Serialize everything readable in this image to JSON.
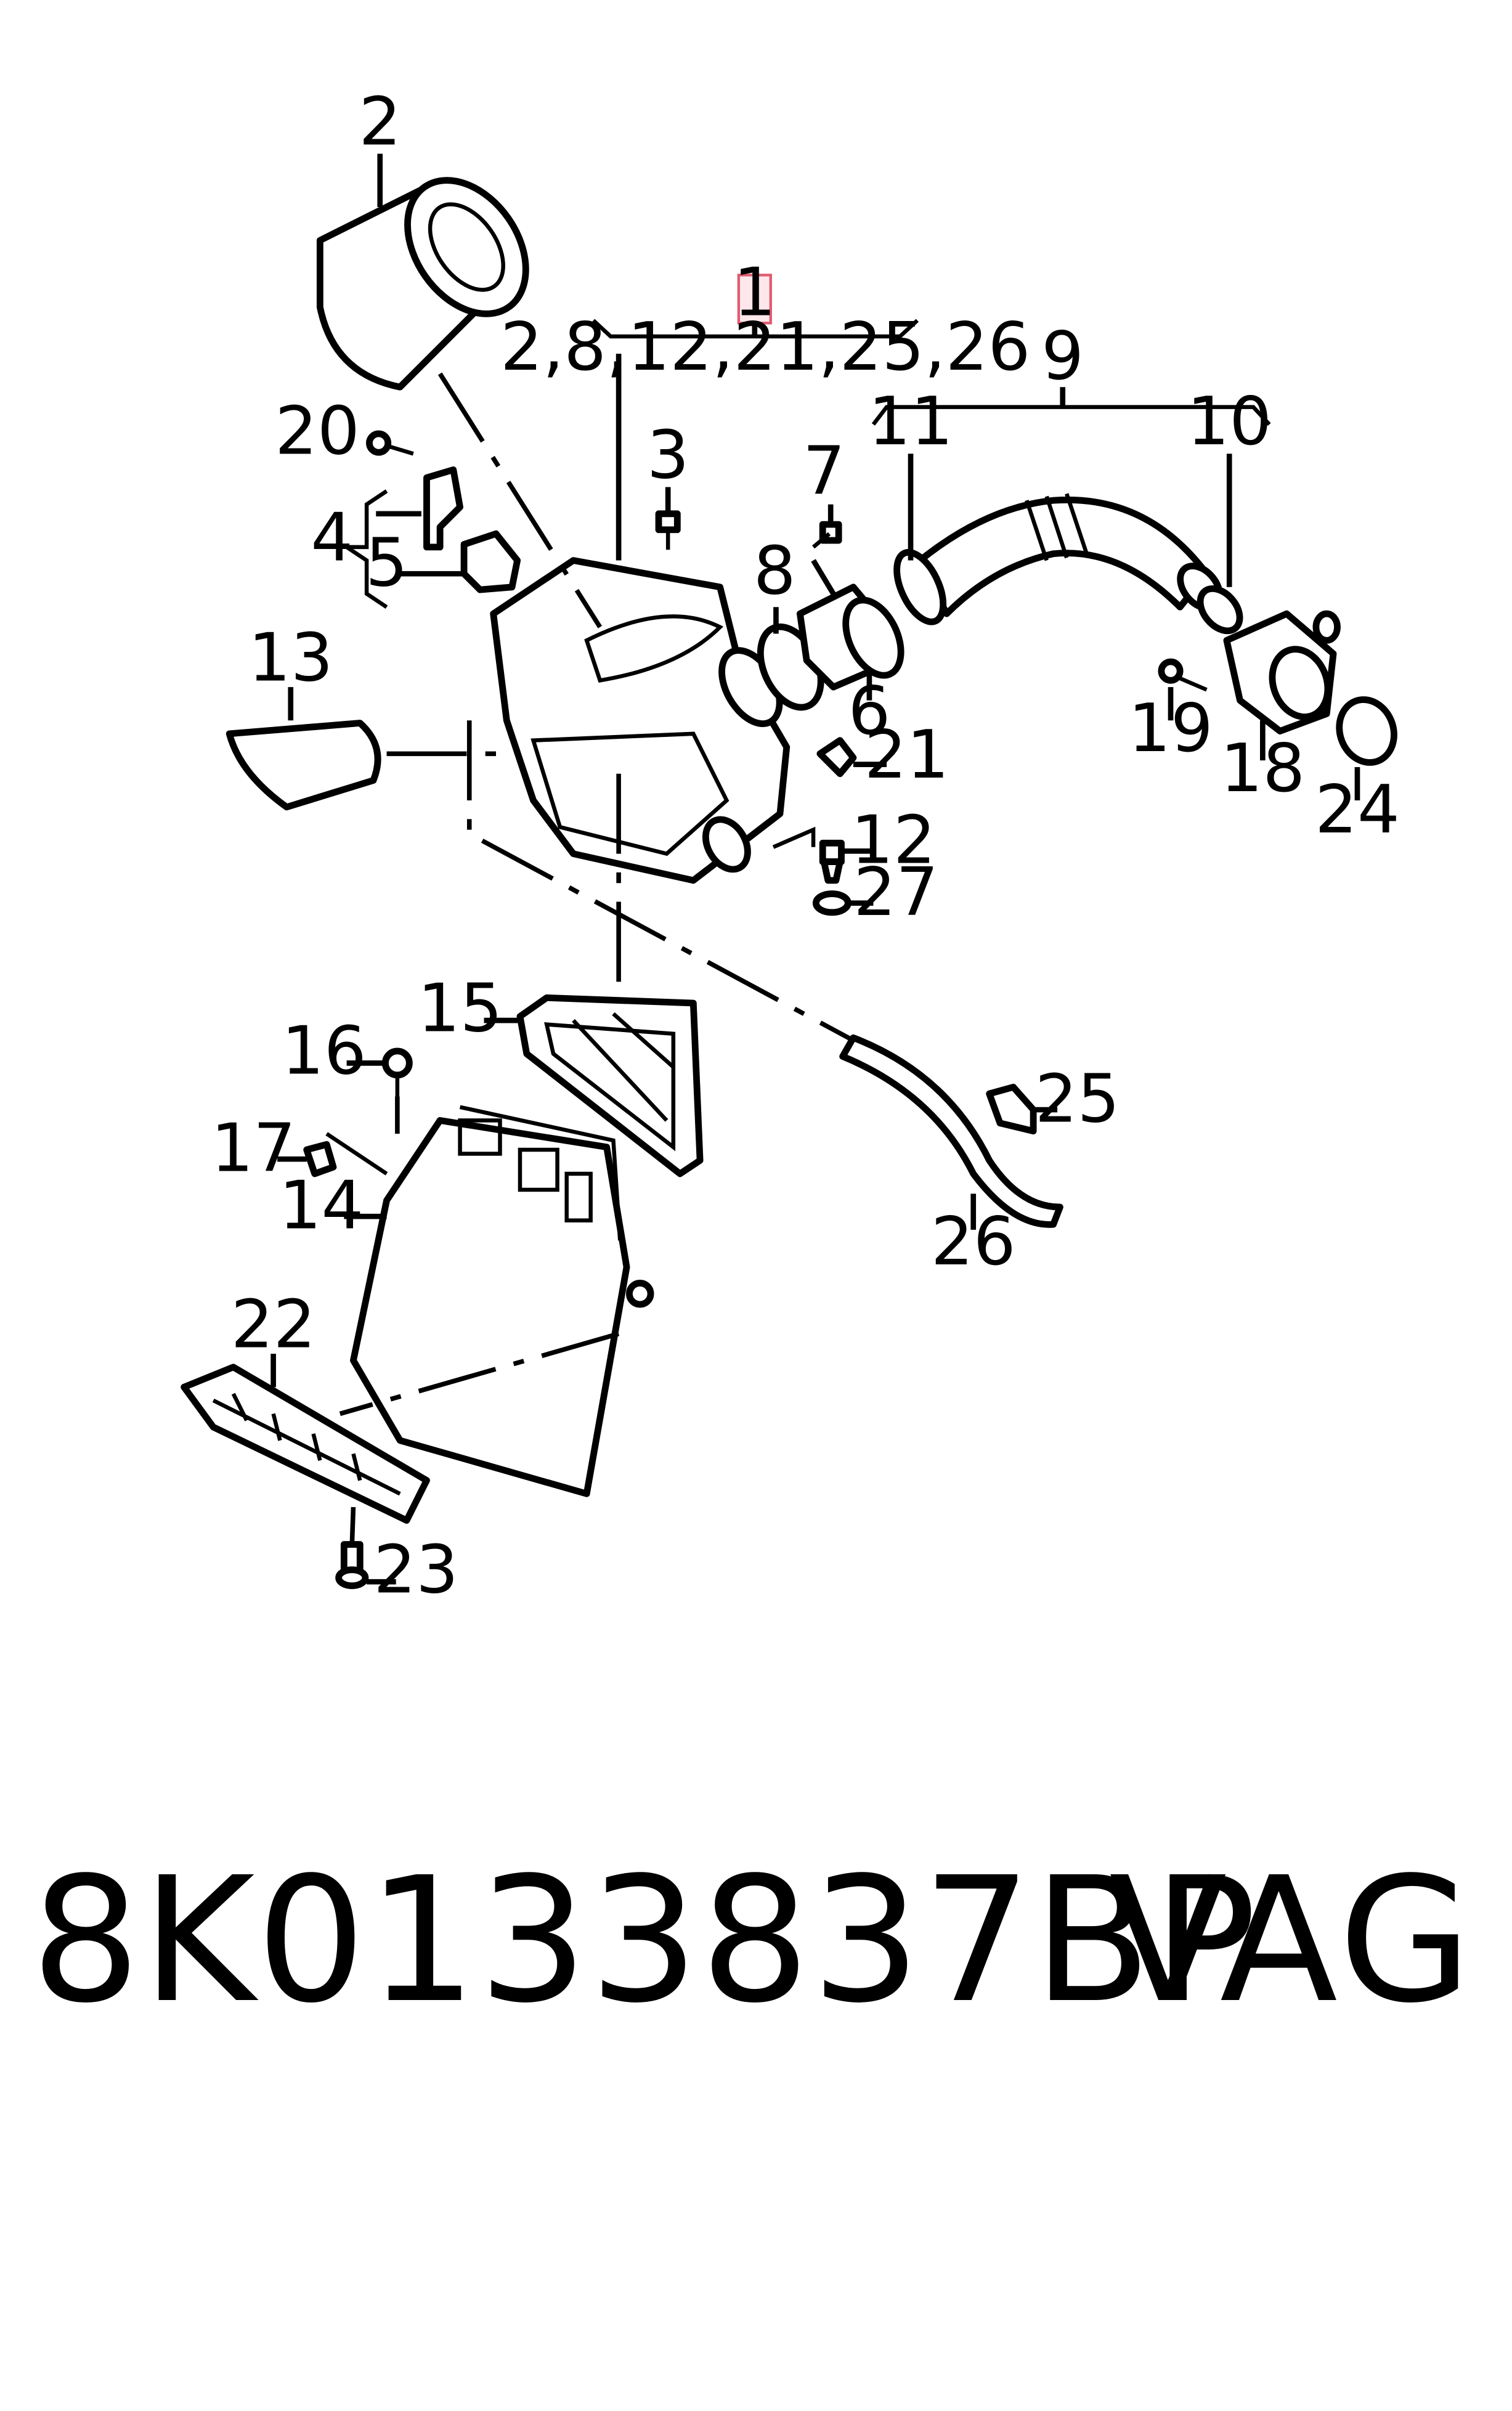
{
  "callouts": {
    "c1": "1",
    "c1_group": "2,8,12,21,25,26",
    "c2": "2",
    "c3": "3",
    "c4": "4",
    "c5": "5",
    "c6": "6",
    "c7": "7",
    "c8": "8",
    "c9": "9",
    "c10": "10",
    "c11": "11",
    "c12": "12",
    "c13": "13",
    "c14": "14",
    "c15": "15",
    "c16": "16",
    "c17": "17",
    "c18": "18",
    "c19": "19",
    "c20": "20",
    "c21": "21",
    "c22": "22",
    "c23": "23",
    "c24": "24",
    "c25": "25",
    "c26": "26",
    "c27": "27"
  },
  "highlight_color": "#e05b70",
  "footer": {
    "part_number": "8K0133837BP",
    "brand": "VAG"
  }
}
